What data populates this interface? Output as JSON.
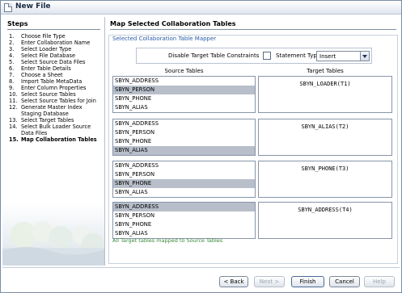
{
  "window": {
    "title": "New File"
  },
  "steps": {
    "title": "Steps",
    "items": [
      {
        "num": "1.",
        "label": "Choose File Type"
      },
      {
        "num": "2.",
        "label": "Enter Collaboration Name"
      },
      {
        "num": "3.",
        "label": "Select Loader Type"
      },
      {
        "num": "4.",
        "label": "Select File Database"
      },
      {
        "num": "5.",
        "label": "Select Source Data Files"
      },
      {
        "num": "6.",
        "label": "Enter Table Details"
      },
      {
        "num": "7.",
        "label": "Choose a Sheet"
      },
      {
        "num": "8.",
        "label": "Import Table MetaData"
      },
      {
        "num": "9.",
        "label": "Enter Column Properties"
      },
      {
        "num": "10.",
        "label": "Select Source Tables"
      },
      {
        "num": "11.",
        "label": "Select Source Tables for Join"
      },
      {
        "num": "12.",
        "label": "Generate Master Index Staging Database"
      },
      {
        "num": "13.",
        "label": "Select Target Tables"
      },
      {
        "num": "14.",
        "label": "Select Bulk Loader Source Data Files"
      },
      {
        "num": "15.",
        "label": "Map Collaboration Tables",
        "active": true
      }
    ]
  },
  "main": {
    "title": "Map Selected Collaboration Tables",
    "mapper_label": "Selected Collaboration Table Mapper",
    "disable_label": "Disable Target Table Constraints",
    "disable_checked": false,
    "statement_type_label": "Statement Type",
    "statement_type_value": "Insert",
    "source_header": "Source Tables",
    "target_header": "Target Tables",
    "rows": [
      {
        "sources": [
          "SBYN_ADDRESS",
          "SBYN_PERSON",
          "SBYN_PHONE",
          "SBYN_ALIAS"
        ],
        "selected": 1,
        "target": "SBYN_LOADER(T1)"
      },
      {
        "sources": [
          "SBYN_ADDRESS",
          "SBYN_PERSON",
          "SBYN_PHONE",
          "SBYN_ALIAS"
        ],
        "selected": 3,
        "target": "SBYN_ALIAS(T2)"
      },
      {
        "sources": [
          "SBYN_ADDRESS",
          "SBYN_PERSON",
          "SBYN_PHONE",
          "SBYN_ALIAS"
        ],
        "selected": 2,
        "target": "SBYN_PHONE(T3)"
      },
      {
        "sources": [
          "SBYN_ADDRESS",
          "SBYN_PERSON",
          "SBYN_PHONE",
          "SBYN_ALIAS"
        ],
        "selected": 0,
        "target": "SBYN_ADDRESS(T4)"
      }
    ],
    "status": "All Target tables mapped to Source Tables"
  },
  "buttons": {
    "back": "< Back",
    "next": "Next >",
    "finish": "Finish",
    "cancel": "Cancel",
    "help": "Help"
  },
  "colors": {
    "accent": "#2a5ca8",
    "status_ok": "#3a8a3a",
    "selection": "#b8bfca"
  }
}
